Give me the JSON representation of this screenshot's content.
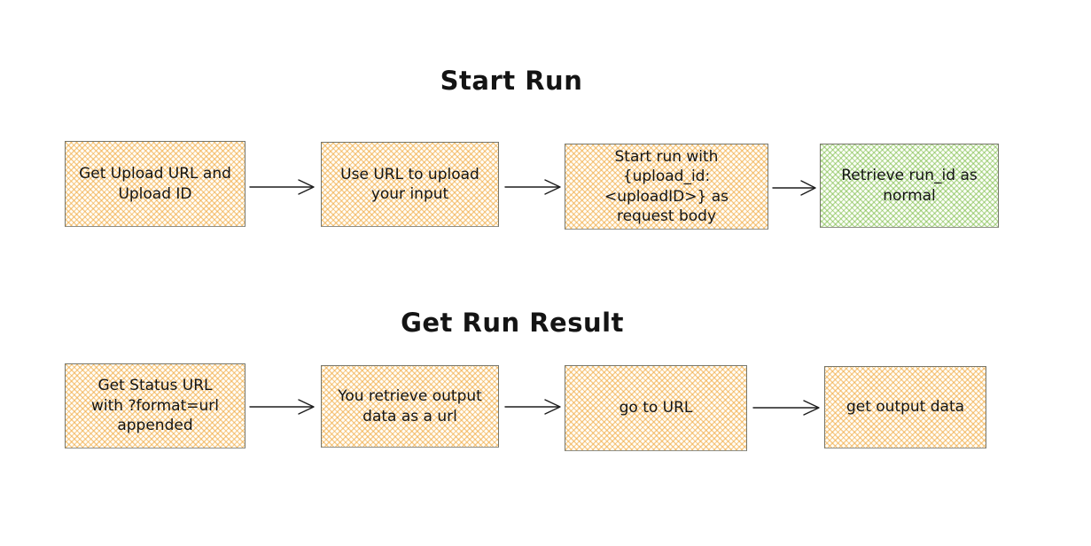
{
  "diagram": {
    "background": "#ffffff",
    "colors": {
      "background": "#ffffff",
      "orange_fill": "#f0a63a",
      "green_fill": "#76b83e",
      "box_border": "#76766b",
      "arrow": "#1d1d1d",
      "text": "#141414"
    },
    "sections": [
      {
        "title": "Start Run",
        "steps": [
          {
            "label": "Get Upload URL and\nUpload ID",
            "fill": "orange"
          },
          {
            "label": "Use URL to upload\nyour input",
            "fill": "orange"
          },
          {
            "label": "Start run with\n{upload_id:\n<uploadID>} as\nrequest body",
            "fill": "orange"
          },
          {
            "label": "Retrieve run_id as\nnormal",
            "fill": "green"
          }
        ]
      },
      {
        "title": "Get Run Result",
        "steps": [
          {
            "label": "Get Status URL\nwith ?format=url\nappended",
            "fill": "orange"
          },
          {
            "label": "You retrieve output\ndata as a url",
            "fill": "orange"
          },
          {
            "label": "go to URL",
            "fill": "orange"
          },
          {
            "label": "get output data",
            "fill": "orange"
          }
        ]
      }
    ]
  }
}
